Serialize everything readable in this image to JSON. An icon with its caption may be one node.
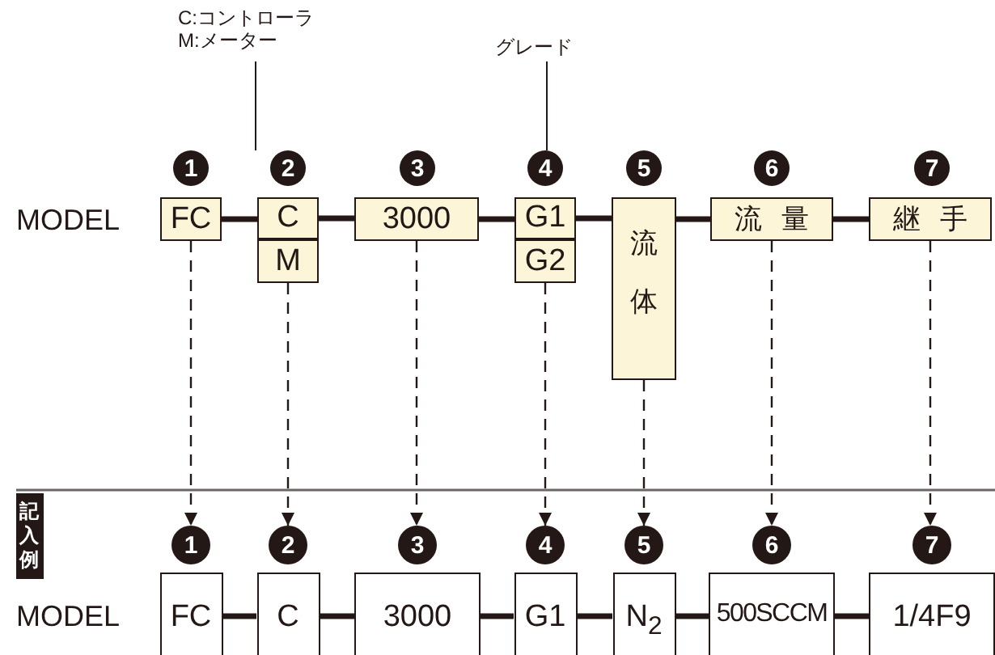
{
  "diagram": {
    "nodes": [
      {
        "text": [
          "FC"
        ]
      },
      {
        "text": [
          "C"
        ]
      },
      {
        "text": [
          "M"
        ]
      },
      {
        "text": [
          "3000"
        ]
      },
      {
        "text": [
          "G1"
        ]
      },
      {
        "text": [
          "G2"
        ]
      },
      {
        "text": [
          "流体"
        ]
      },
      {
        "text": [
          "流量"
        ]
      },
      {
        "text": [
          "継手"
        ]
      },
      {
        "text": [
          "C:コントローラ M:メーター"
        ]
      },
      {
        "text": [
          "グレード"
        ]
      },
      {
        "text": [
          "1"
        ]
      },
      {
        "text": [
          "2"
        ]
      },
      {
        "text": [
          "3"
        ]
      },
      {
        "text": [
          "4"
        ]
      },
      {
        "text": [
          "5"
        ]
      },
      {
        "text": [
          "6"
        ]
      },
      {
        "text": [
          "7"
        ]
      },
      {
        "text": [
          "FC"
        ]
      },
      {
        "text": [
          "C"
        ]
      },
      {
        "text": [
          "3000"
        ]
      },
      {
        "text": [
          "G1"
        ]
      },
      {
        "text": [
          "N$_{2}$"
        ]
      },
      {
        "text": [
          "500SCCM"
        ]
      },
      {
        "text": [
          "1/4F9"
        ]
      },
      {
        "text": [
          "1"
        ]
      },
      {
        "text": [
          "2"
        ]
      },
      {
        "text": [
          "3"
        ]
      },
      {
        "text": [
          "4"
        ]
      },
      {
        "text": [
          "5"
        ]
      },
      {
        "text": [
          "6"
        ]
      },
      {
        "text": [
          "7"
        ]
      }
    ],
    "edges": [
      {
        "from": 0,
        "to": 1,
        "arrow": "none"
      },
      {
        "from": 1,
        "to": 3,
        "arrow": "none"
      },
      {
        "from": 3,
        "to": 4,
        "arrow": "none"
      },
      {
        "from": 4,
        "to": 6,
        "arrow": "none"
      },
      {
        "from": 6,
        "to": 7,
        "arrow": "none"
      },
      {
        "from": 7,
        "to": 8,
        "arrow": "none"
      },
      {
        "from": 9,
        "to": 26,
        "arrow": "none"
      },
      {
        "from": 10,
        "to": 28,
        "arrow": "none"
      },
      {
        "from": 0,
        "to": 11,
        "arrow": "to",
        "style": "dashed"
      },
      {
        "from": 2,
        "to": 12,
        "arrow": "to",
        "style": "dashed"
      },
      {
        "from": 3,
        "to": 13,
        "arrow": "to",
        "style": "dashed"
      },
      {
        "from": 5,
        "to": 14,
        "arrow": "to",
        "style": "dashed"
      },
      {
        "from": 6,
        "to": 15,
        "arrow": "to",
        "style": "dashed"
      },
      {
        "from": 7,
        "to": 16,
        "arrow": "to",
        "style": "dashed"
      },
      {
        "from": 8,
        "to": 17,
        "arrow": "to",
        "style": "dashed"
      },
      {
        "from": 18,
        "to": 19,
        "arrow": "none"
      },
      {
        "from": 19,
        "to": 20,
        "arrow": "none"
      },
      {
        "from": 20,
        "to": 21,
        "arrow": "none"
      },
      {
        "from": 21,
        "to": 22,
        "arrow": "none"
      },
      {
        "from": 22,
        "to": 23,
        "arrow": "none"
      },
      {
        "from": 23,
        "to": 24,
        "arrow": "none"
      }
    ],
    "labels": [
      "MODEL",
      "記入例",
      "MODEL"
    ]
  }
}
